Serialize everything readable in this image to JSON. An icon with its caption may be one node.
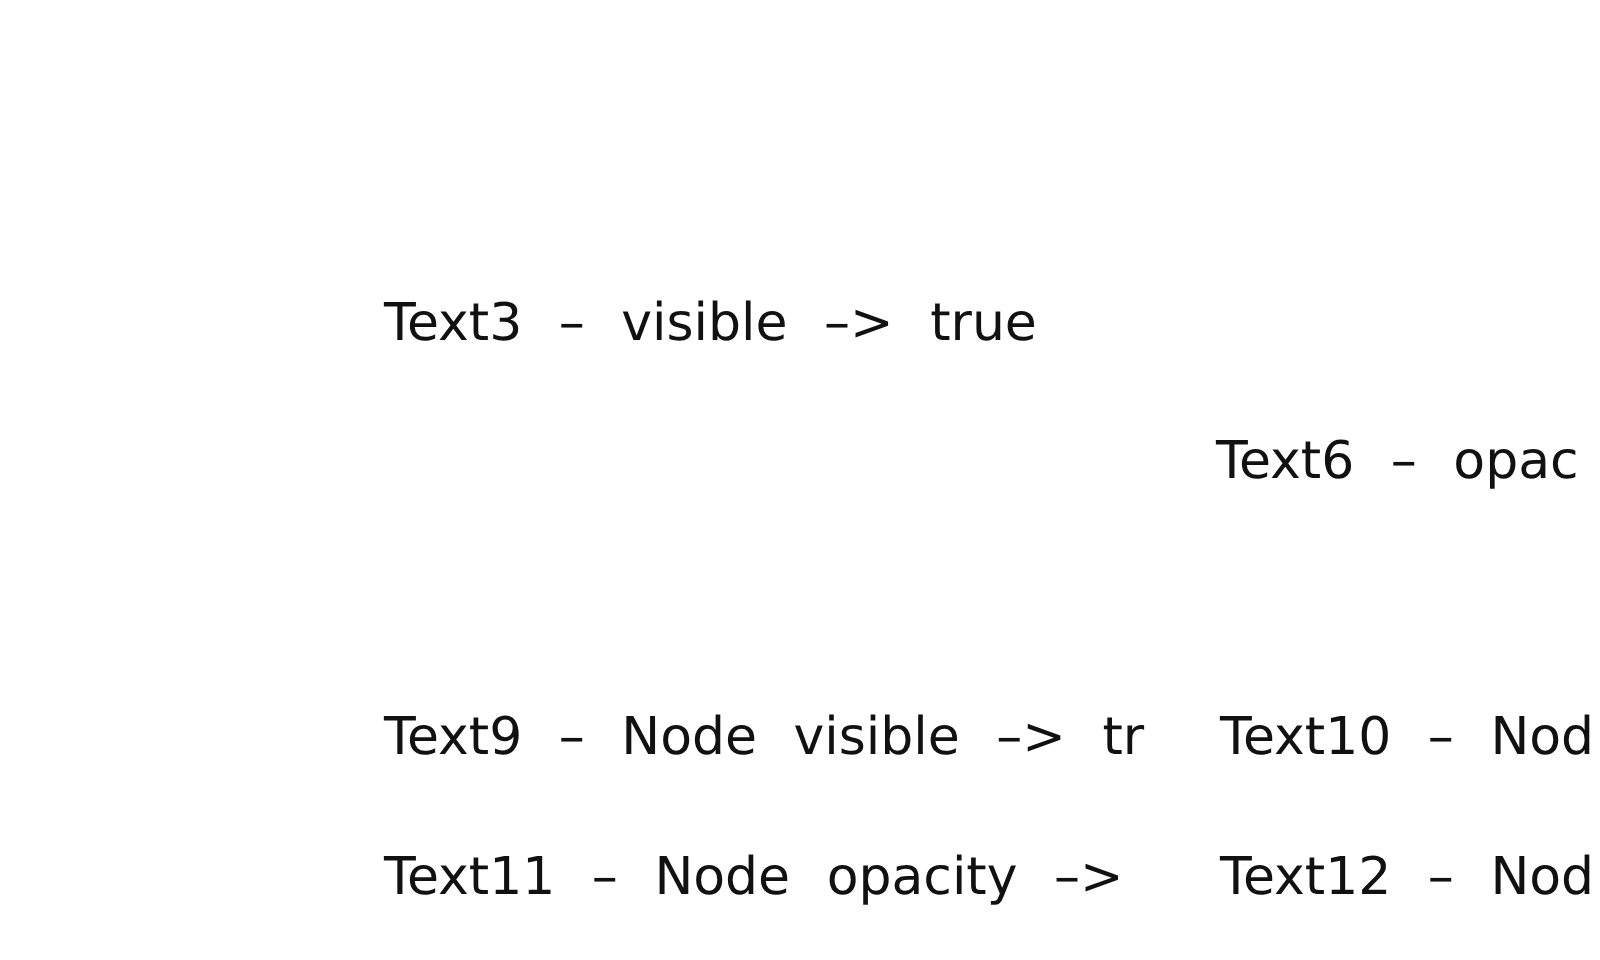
{
  "diagram": {
    "labels": [
      "Text3 – visible –> true",
      "Text6 – opac",
      "Text9 – Node visible –> tr",
      "Text10 – Nod",
      "Text11 – Node opacity –>",
      "Text12 – Nod"
    ]
  }
}
